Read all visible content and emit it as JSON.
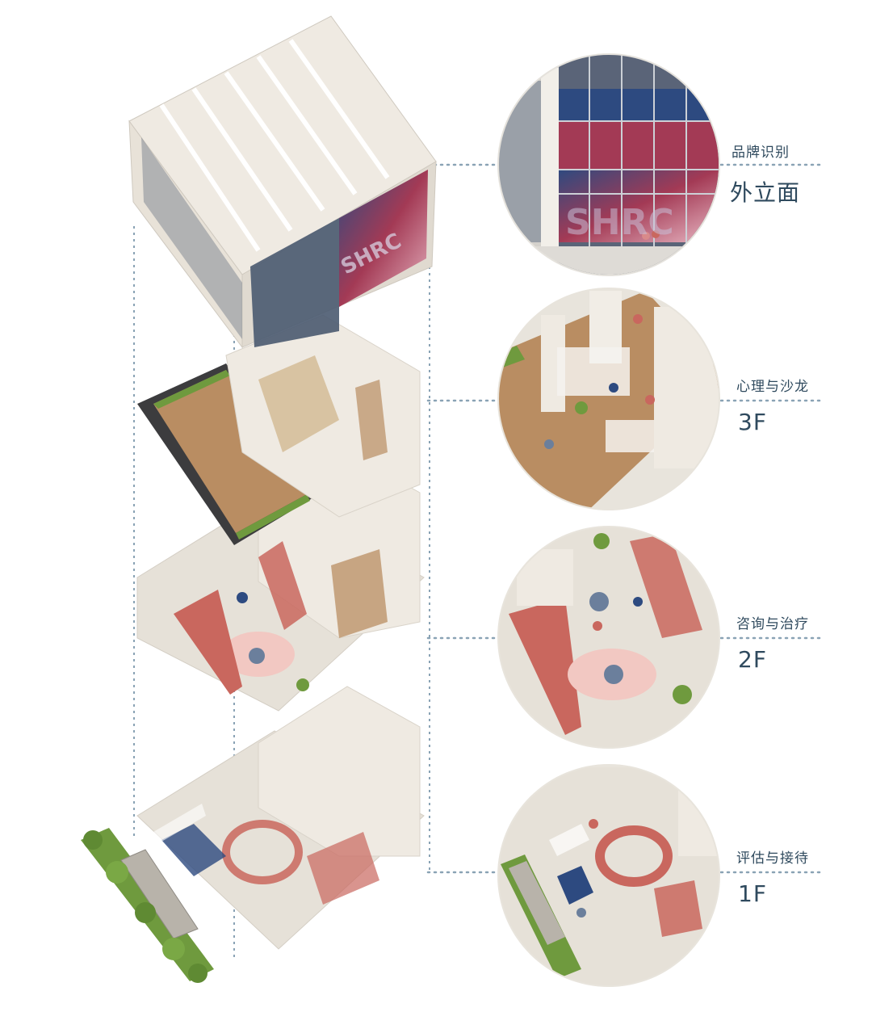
{
  "labels": [
    {
      "sub": "品牌识别",
      "main": "外立面"
    },
    {
      "sub": "心理与沙龙",
      "main": "3F"
    },
    {
      "sub": "咨询与治疗",
      "main": "2F"
    },
    {
      "sub": "评估与接待",
      "main": "1F"
    }
  ],
  "facade_signage": "SHRC",
  "colors": {
    "line": "#8aa3b5",
    "text": "#2f4a5e",
    "wall": "#efeae2",
    "floor": "#e6e1d8",
    "wood": "#b98d62",
    "brick": "#c9675e",
    "pink": "#f2c8c2",
    "glass": "#4a5a70",
    "navy": "#2d4a80",
    "green": "#6f9a3e",
    "roof": "#3c3c3e"
  }
}
